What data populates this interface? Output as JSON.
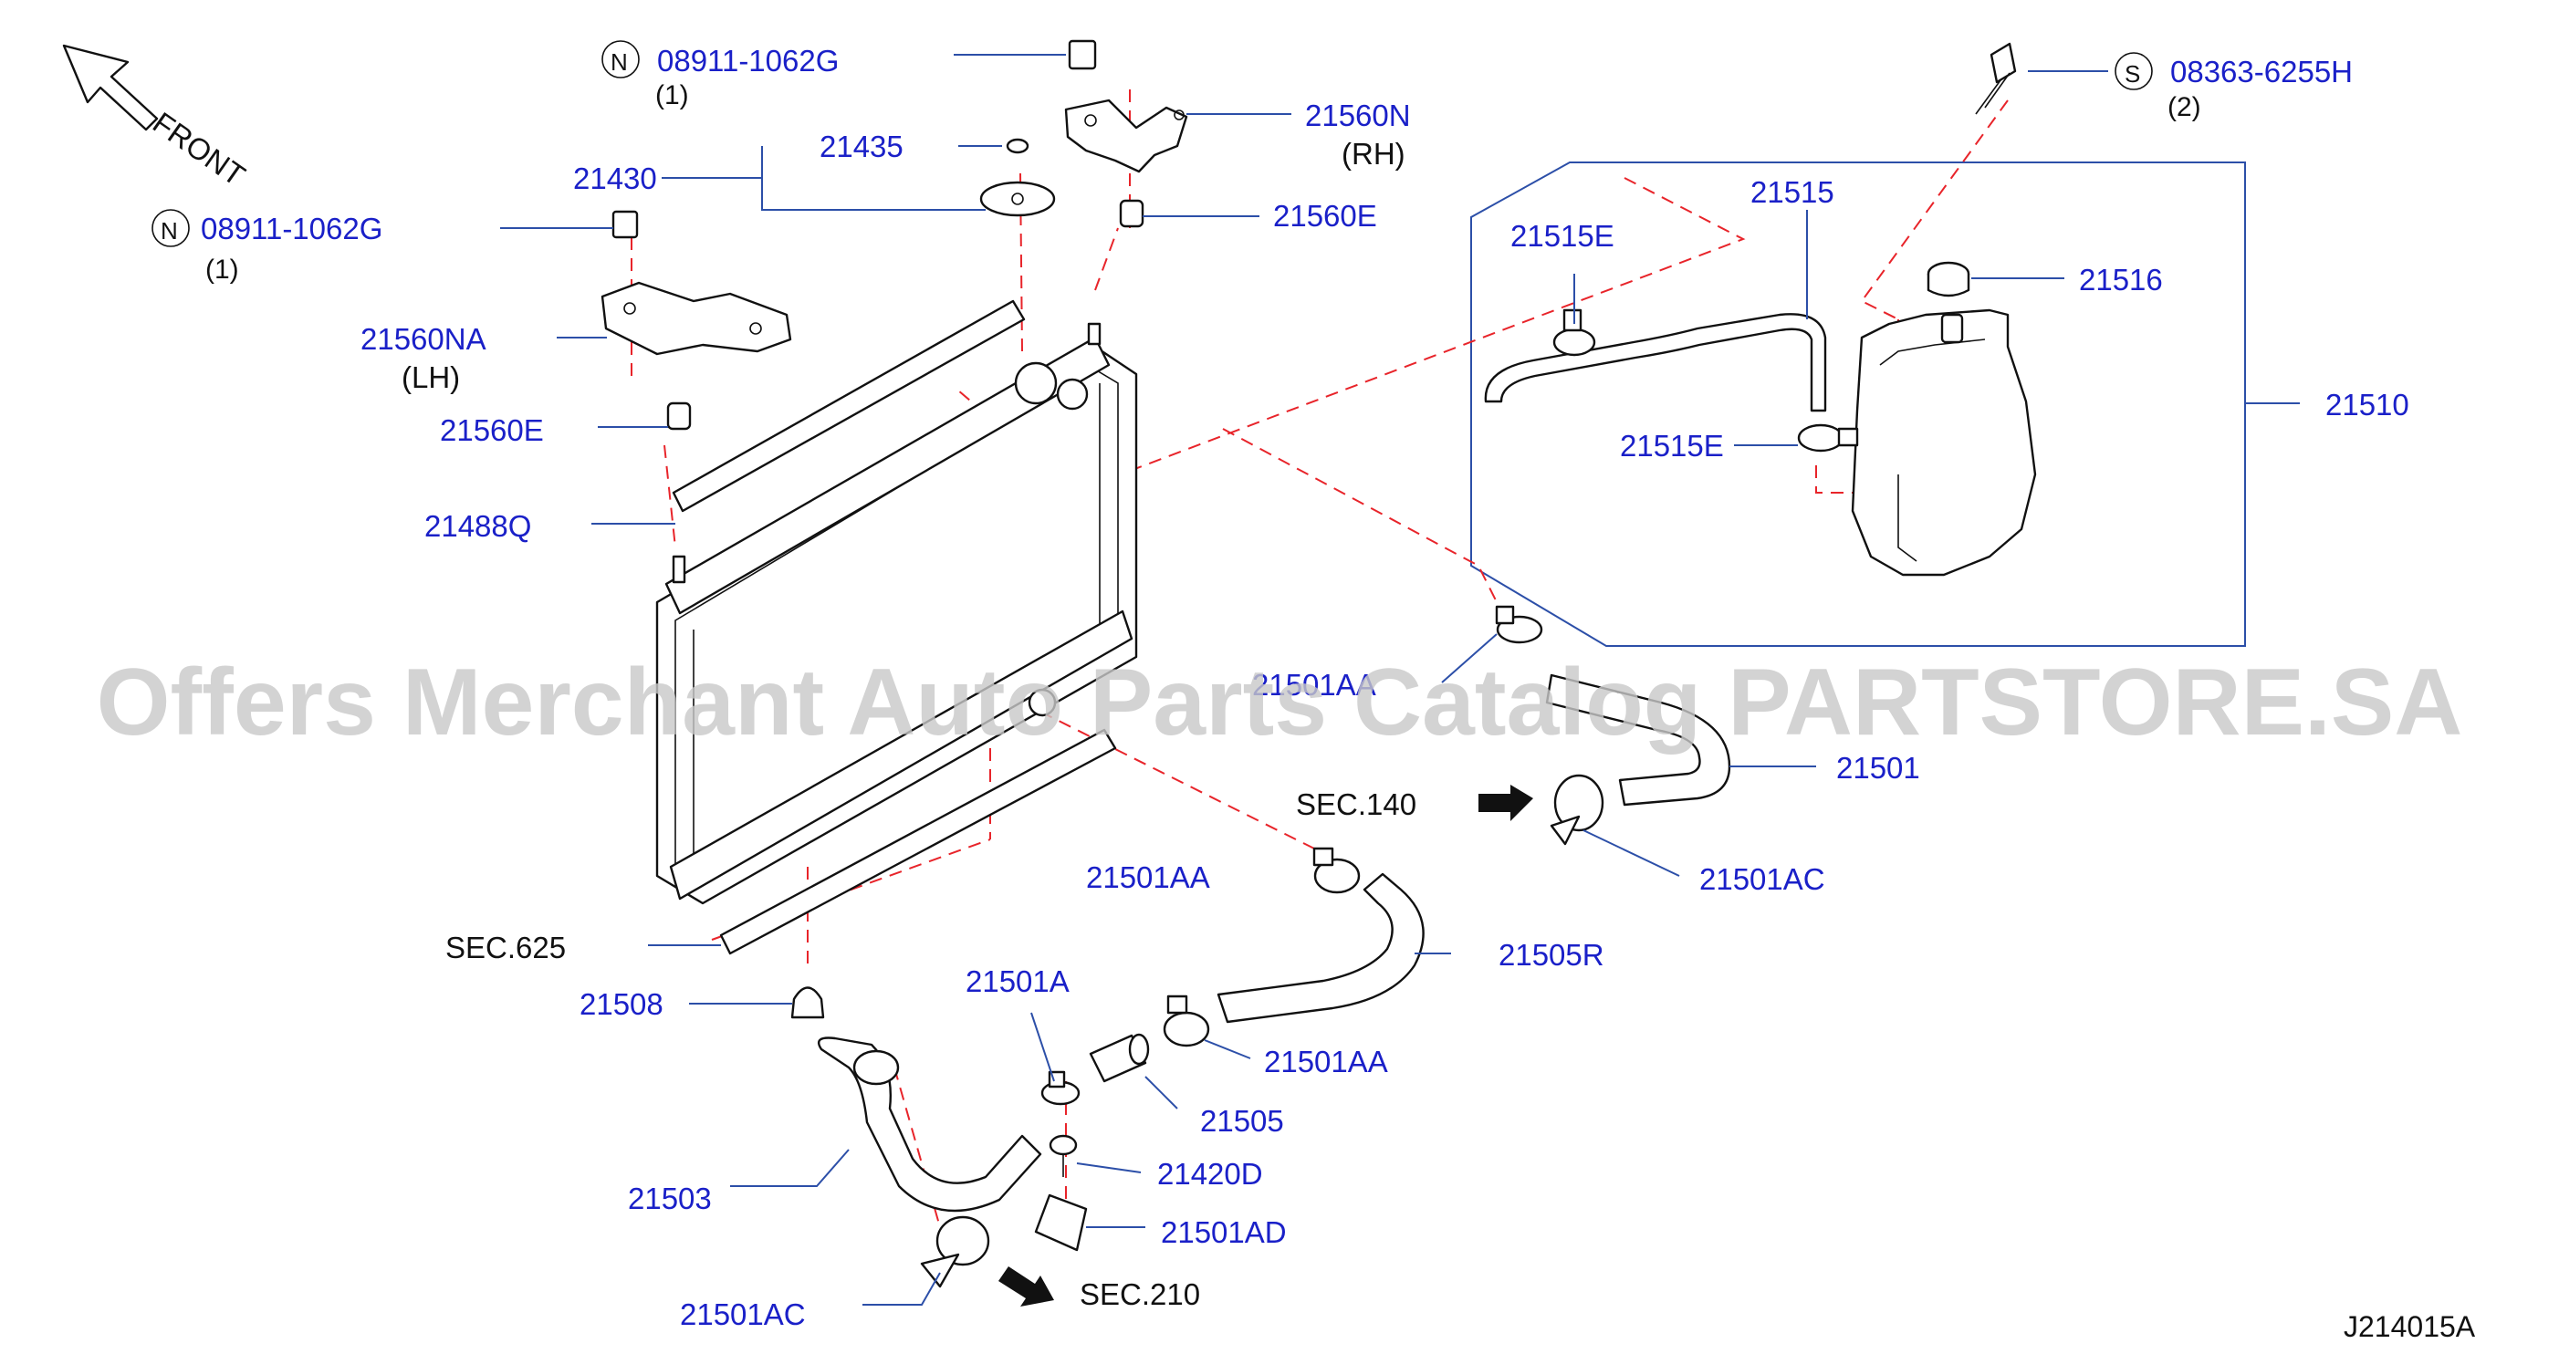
{
  "watermark": "Offers Merchant Auto Parts Catalog PARTSTORE.SA",
  "front_label": "FRONT",
  "diagram_code": "J214015A",
  "colors": {
    "part_number": "#1a20c8",
    "leader": "#2c4fa8",
    "dashed_link": "#e8242a",
    "outline": "#111111",
    "watermark": "#c9c9c9"
  },
  "callouts": {
    "n_top": {
      "prefix": "N",
      "number": "08911-1062G",
      "qty": "(1)"
    },
    "n_left": {
      "prefix": "N",
      "number": "08911-1062G",
      "qty": "(1)"
    },
    "s_top": {
      "prefix": "S",
      "number": "08363-6255H",
      "qty": "(2)"
    },
    "p21435": "21435",
    "p21430": "21430",
    "p21560N": "21560N",
    "rh": "(RH)",
    "p21560E_top": "21560E",
    "p21560NA": "21560NA",
    "lh": "(LH)",
    "p21560E_left": "21560E",
    "p21488Q": "21488Q",
    "p21515E_top": "21515E",
    "p21515": "21515",
    "p21516": "21516",
    "p21510": "21510",
    "p21515E_bottom": "21515E",
    "p21501AA_mid": "21501AA",
    "p21501": "21501",
    "sec140": "SEC.140",
    "p21501AC_right": "21501AC",
    "p21501AA_left": "21501AA",
    "p21505R": "21505R",
    "sec625": "SEC.625",
    "p21508": "21508",
    "p21501A": "21501A",
    "p21501AA_low": "21501AA",
    "p21505": "21505",
    "p21420D": "21420D",
    "p21503": "21503",
    "p21501AD": "21501AD",
    "sec210": "SEC.210",
    "p21501AC_bottom": "21501AC"
  }
}
